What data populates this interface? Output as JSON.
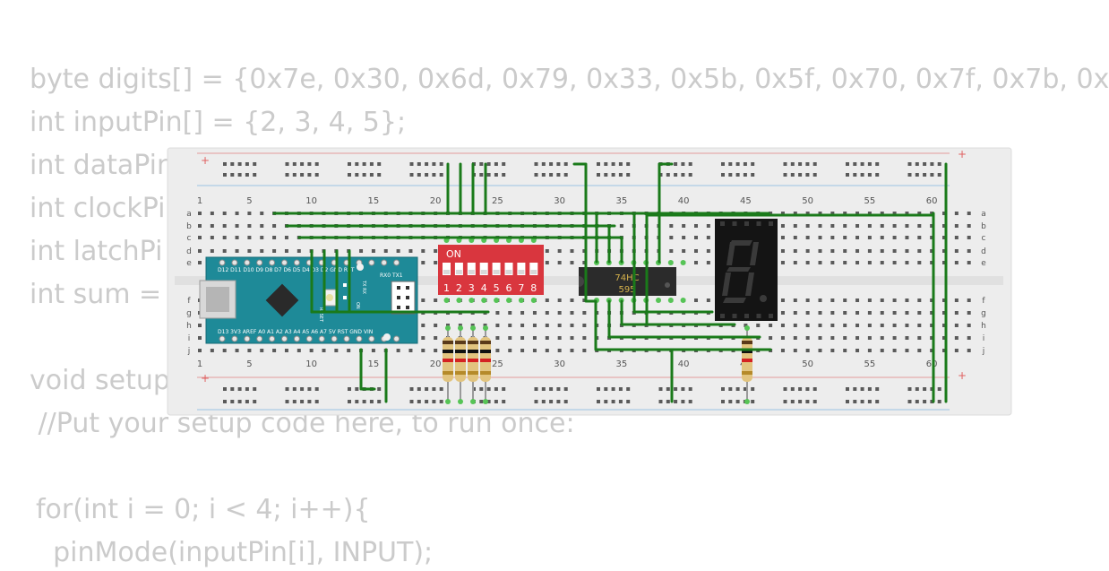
{
  "code_lines": [
    "byte digits[] = {0x7e, 0x30, 0x6d, 0x79, 0x33, 0x5b, 0x5f, 0x70, 0x7f, 0x7b, 0x",
    "int inputPin[] = {2, 3, 4, 5};",
    "int dataPin",
    "int clockPi",
    "int latchPi",
    "int sum = 0",
    "",
    "void setup",
    " //Put your setup code here, to run once:",
    "",
    "for(int i = 0; i < 4; i++){",
    "  pinMode(inputPin[i], INPUT);"
  ],
  "breadboard": {
    "column_numbers": [
      "1",
      "5",
      "10",
      "15",
      "20",
      "25",
      "30",
      "35",
      "40",
      "45",
      "50",
      "55",
      "60"
    ],
    "row_letters_top": [
      "a",
      "b",
      "c",
      "d",
      "e"
    ],
    "row_letters_bottom": [
      "f",
      "g",
      "h",
      "i",
      "j"
    ],
    "plus": "+",
    "minus": "−"
  },
  "arduino": {
    "top_pins_label": "D12 D11 D10 D9  D8  D7  D6  D5  D4  D3  D2 GND RST",
    "top_right_label": "RX0 TX1",
    "bottom_pins_label": "D13 3V3 AREF A0  A1  A2  A3  A4  A5  A6  A7  5V  RST GND VIN",
    "reset_label": "RESET",
    "on_label": "ON",
    "txrx_label": "TX RX"
  },
  "dip_switch": {
    "on_label": "ON",
    "numbers": [
      "1",
      "2",
      "3",
      "4",
      "5",
      "6",
      "7",
      "8"
    ]
  },
  "shift_register": {
    "line1": "74HC",
    "line2": "595"
  },
  "colors": {
    "wire": "#1a7a1a",
    "breadboard": "#ededed",
    "arduino": "#1e8a98",
    "dip_switch": "#d9363e",
    "chip": "#2b2b2b",
    "chip_text": "#d6b24b",
    "display": "#141414",
    "display_segment_off": "#3a3a3a"
  }
}
